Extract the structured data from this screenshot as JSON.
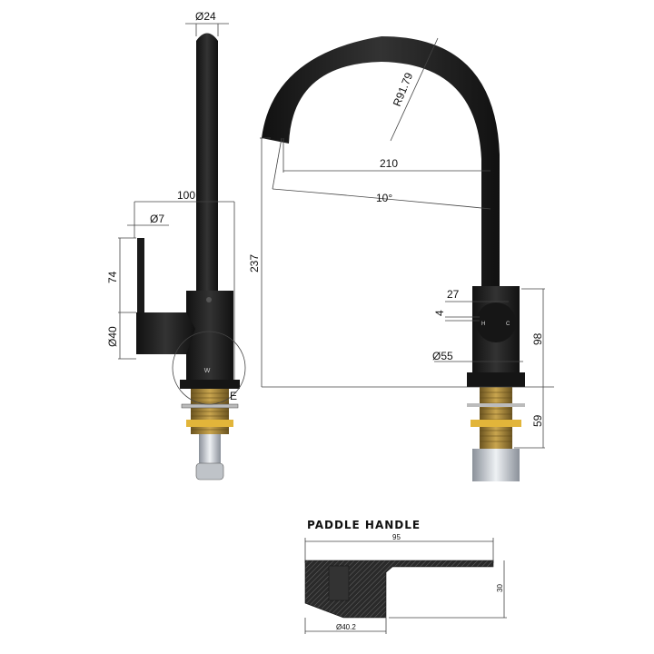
{
  "side_view": {
    "dia_top": "Ø24",
    "width_100": "100",
    "dia_handle": "Ø7",
    "handle_height": "74",
    "dia_body": "Ø40",
    "callout": "E"
  },
  "front_view": {
    "radius": "R91.79",
    "reach": "210",
    "angle": "10°",
    "total_height": "237",
    "handle_offset": "27",
    "small_dim": "4",
    "body_height": "98",
    "base_dia": "Ø55",
    "thread_length": "59",
    "hot_label": "H",
    "cold_label": "C"
  },
  "paddle_handle": {
    "title": "PADDLE HANDLE",
    "length": "95",
    "height": "30",
    "dia": "Ø40.2"
  },
  "colors": {
    "matte_black": "#1c1c1c",
    "brass": "#b08a3a",
    "chrome": "#c8ccd2"
  }
}
